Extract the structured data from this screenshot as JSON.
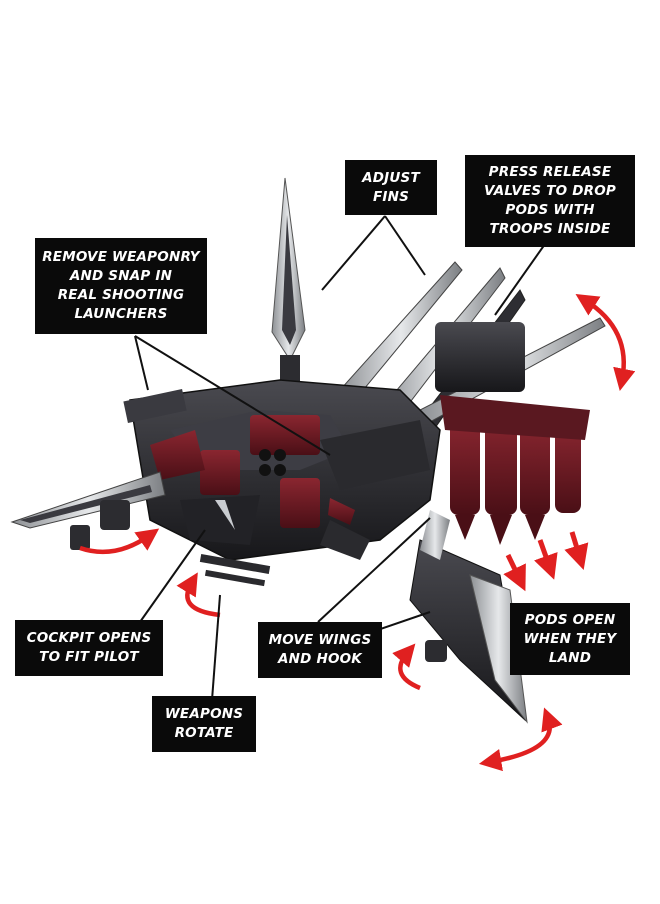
{
  "callouts": {
    "adjust_fins": [
      "ADJUST",
      "FINS"
    ],
    "press_release": [
      "PRESS RELEASE",
      "VALVES TO DROP",
      "PODS WITH",
      "TROOPS INSIDE"
    ],
    "remove_weaponry": [
      "REMOVE WEAPONRY",
      "AND SNAP IN",
      "REAL SHOOTING",
      "LAUNCHERS"
    ],
    "cockpit": [
      "COCKPIT OPENS",
      "TO FIT PILOT"
    ],
    "move_wings": [
      "MOVE WINGS",
      "AND HOOK"
    ],
    "pods_open": [
      "PODS OPEN",
      "WHEN THEY",
      "LAND"
    ],
    "weapons_rotate": [
      "WEAPONS",
      "ROTATE"
    ]
  },
  "colors": {
    "label_bg": "#0a0a0a",
    "label_text": "#ffffff",
    "arrow_red": "#e02020",
    "armor_dark": "#2a2a2e",
    "armor_maroon": "#6b1a22",
    "blade_silver": "#c9ccd0"
  }
}
